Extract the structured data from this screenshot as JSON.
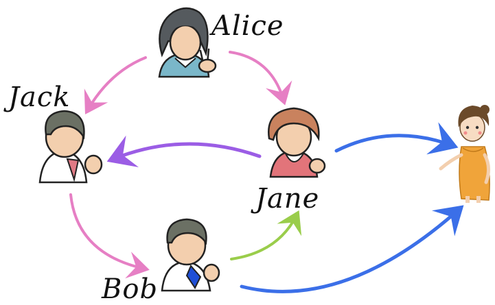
{
  "nodes": [
    {
      "id": "alice",
      "label": "Alice"
    },
    {
      "id": "jack",
      "label": "Jack"
    },
    {
      "id": "jane",
      "label": "Jane"
    },
    {
      "id": "bob",
      "label": "Bob"
    },
    {
      "id": "girl",
      "label": ""
    }
  ],
  "edges": [
    {
      "from": "alice",
      "to": "jack",
      "color": "#e67fc4"
    },
    {
      "from": "alice",
      "to": "jane",
      "color": "#e67fc4"
    },
    {
      "from": "jane",
      "to": "jack",
      "color": "#9b5de5"
    },
    {
      "from": "jack",
      "to": "bob",
      "color": "#e67fc4"
    },
    {
      "from": "bob",
      "to": "jane",
      "color": "#9acd4b"
    },
    {
      "from": "jane",
      "to": "girl",
      "color": "#3b6fe8"
    },
    {
      "from": "bob",
      "to": "girl",
      "color": "#3b6fe8"
    }
  ],
  "labels": {
    "alice": "Alice",
    "jack": "Jack",
    "jane": "Jane",
    "bob": "Bob"
  }
}
